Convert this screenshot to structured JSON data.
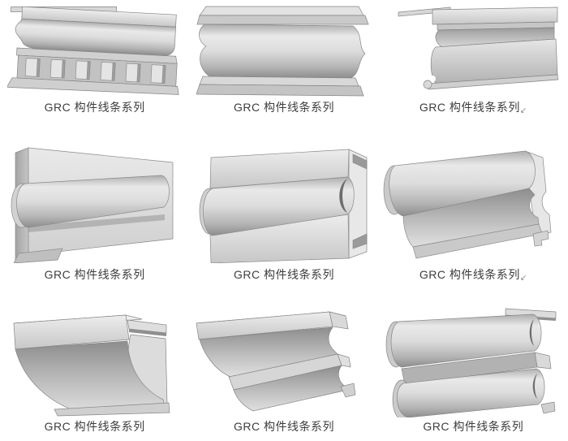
{
  "sheet": {
    "kind": "GRC molding product catalog grid",
    "grid": {
      "rows": 3,
      "cols": 3
    },
    "background_color": "#ffffff",
    "caption_color": "#3d3d3d",
    "concrete_colors": {
      "light": "#eaeaea",
      "mid": "#cccccc",
      "dark": "#8d8d8d"
    }
  },
  "cells": [
    {
      "caption": "GRC 构件线条系列",
      "suffix": "",
      "image": "cornice-molding-with-dentils"
    },
    {
      "caption": "GRC 构件线条系列",
      "suffix": "",
      "image": "crown-molding-ogee-profile"
    },
    {
      "caption": "GRC 构件线条系列",
      "suffix": "↙",
      "image": "cornice-molding-flat-fascia"
    },
    {
      "caption": "GRC 构件线条系列",
      "suffix": "",
      "image": "panel-with-half-round-bead"
    },
    {
      "caption": "GRC 构件线条系列",
      "suffix": "",
      "image": "panel-with-half-round-bead-c-section"
    },
    {
      "caption": "GRC 构件线条系列",
      "suffix": "↙",
      "image": "roll-top-stepped-molding"
    },
    {
      "caption": "GRC 构件线条系列",
      "suffix": "",
      "image": "cove-cornice-molding"
    },
    {
      "caption": "GRC 构件线条系列",
      "suffix": "",
      "image": "two-tier-crown-molding"
    },
    {
      "caption": "GRC 构件线条系列",
      "suffix": "",
      "image": "double-bead-molding"
    }
  ]
}
